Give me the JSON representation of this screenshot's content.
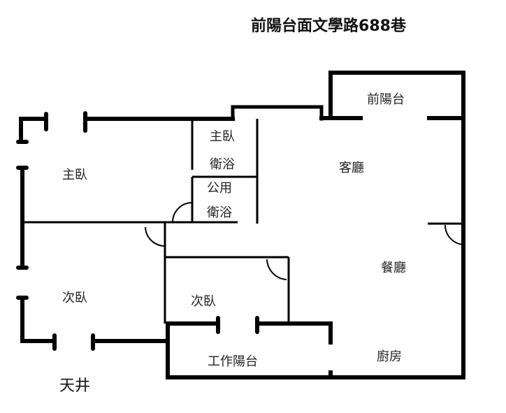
{
  "title": "前陽台面文學路688巷",
  "rooms": {
    "front_balcony": "前陽台",
    "living_room": "客廳",
    "dining_room": "餐廳",
    "kitchen": "廚房",
    "master_bedroom": "主臥",
    "master_bath_line1": "主臥",
    "master_bath_line2": "衛浴",
    "public_bath_line1": "公用",
    "public_bath_line2": "衛浴",
    "second_bedroom_left": "次臥",
    "second_bedroom_right": "次臥",
    "utility_balcony": "工作陽台",
    "light_well": "天井"
  },
  "colors": {
    "wall": "#000000",
    "background": "#ffffff"
  }
}
